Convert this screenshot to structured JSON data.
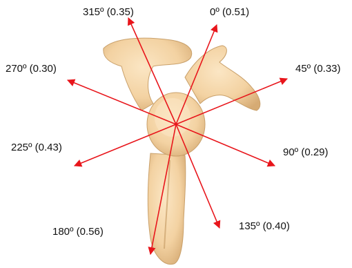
{
  "colors": {
    "arrow": "#e8151b",
    "bone_fill": "#f3d2a2",
    "bone_shade": "#d6ab74",
    "bone_highlight": "#fbe6c4",
    "background": "#ffffff"
  },
  "directions": [
    {
      "id": "dir-0",
      "label": "0º (0.51)"
    },
    {
      "id": "dir-45",
      "label": "45º (0.33)"
    },
    {
      "id": "dir-90",
      "label": "90º (0.29)"
    },
    {
      "id": "dir-135",
      "label": "135º (0.40)"
    },
    {
      "id": "dir-180",
      "label": "180º (0.56)"
    },
    {
      "id": "dir-225",
      "label": "225º (0.43)"
    },
    {
      "id": "dir-270",
      "label": "270º (0.30)"
    },
    {
      "id": "dir-315",
      "label": "315º (0.35)"
    }
  ]
}
